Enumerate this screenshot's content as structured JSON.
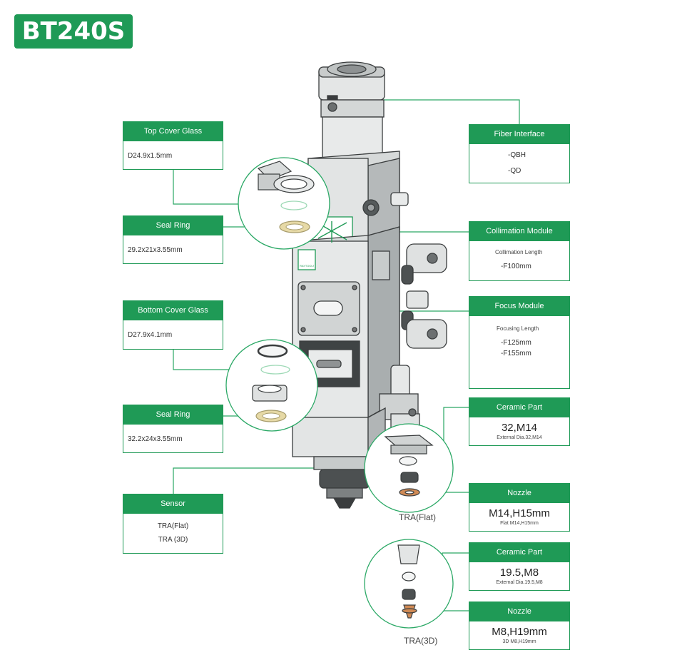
{
  "title": "BT240S",
  "colors": {
    "accent": "#1f9a56",
    "line": "#2aa865",
    "device": "#d9dcdc",
    "device_dark": "#8e9293",
    "seal": "#e6d9a6",
    "nozzle": "#d08a55"
  },
  "cards": {
    "top_cover_glass": {
      "head": "Top Cover Glass",
      "lines": [
        "D24.9x1.5mm"
      ]
    },
    "seal_ring_top": {
      "head": "Seal Ring",
      "lines": [
        "29.2x21x3.55mm"
      ]
    },
    "bottom_cover_glass": {
      "head": "Bottom Cover Glass",
      "lines": [
        "D27.9x4.1mm"
      ]
    },
    "seal_ring_bottom": {
      "head": "Seal Ring",
      "lines": [
        "32.2x24x3.55mm"
      ]
    },
    "sensor": {
      "head": "Sensor",
      "lines": [
        "TRA(Flat)",
        "TRA (3D)"
      ]
    },
    "fiber_interface": {
      "head": "Fiber Interface",
      "lines": [
        "-QBH",
        "-QD"
      ]
    },
    "collimation_module": {
      "head": "Collimation Module",
      "sub": "Collimation Length",
      "lines": [
        "-F100mm"
      ]
    },
    "focus_module": {
      "head": "Focus Module",
      "sub": "Focusing Length",
      "lines": [
        "-F125mm",
        "-F155mm"
      ]
    },
    "ceramic_flat": {
      "head": "Ceramic Part",
      "big": "32,M14",
      "small": "External Dia.32,M14"
    },
    "nozzle_flat": {
      "head": "Nozzle",
      "big": "M14,H15mm",
      "small": "Flat M14,H15mm"
    },
    "ceramic_3d": {
      "head": "Ceramic Part",
      "big": "19.5,M8",
      "small": "External Dia.19.5,M8"
    },
    "nozzle_3d": {
      "head": "Nozzle",
      "big": "M8,H19mm",
      "small": "3D M8,H19mm"
    }
  },
  "captions": {
    "flat": "TRA(Flat)",
    "three_d": "TRA(3D)"
  },
  "device": {
    "brand_mark": "RAYTOOLS"
  }
}
